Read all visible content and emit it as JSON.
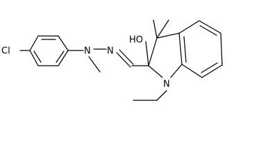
{
  "molecule": {
    "atoms": {
      "chlorine": "Cl",
      "nitrogen_methyl": "N",
      "nitrogen_imine": "N",
      "hydroxyl": "HO",
      "nitrogen_ring": "N"
    }
  },
  "colors": {
    "background": "#ffffff",
    "ink": "#000000"
  }
}
